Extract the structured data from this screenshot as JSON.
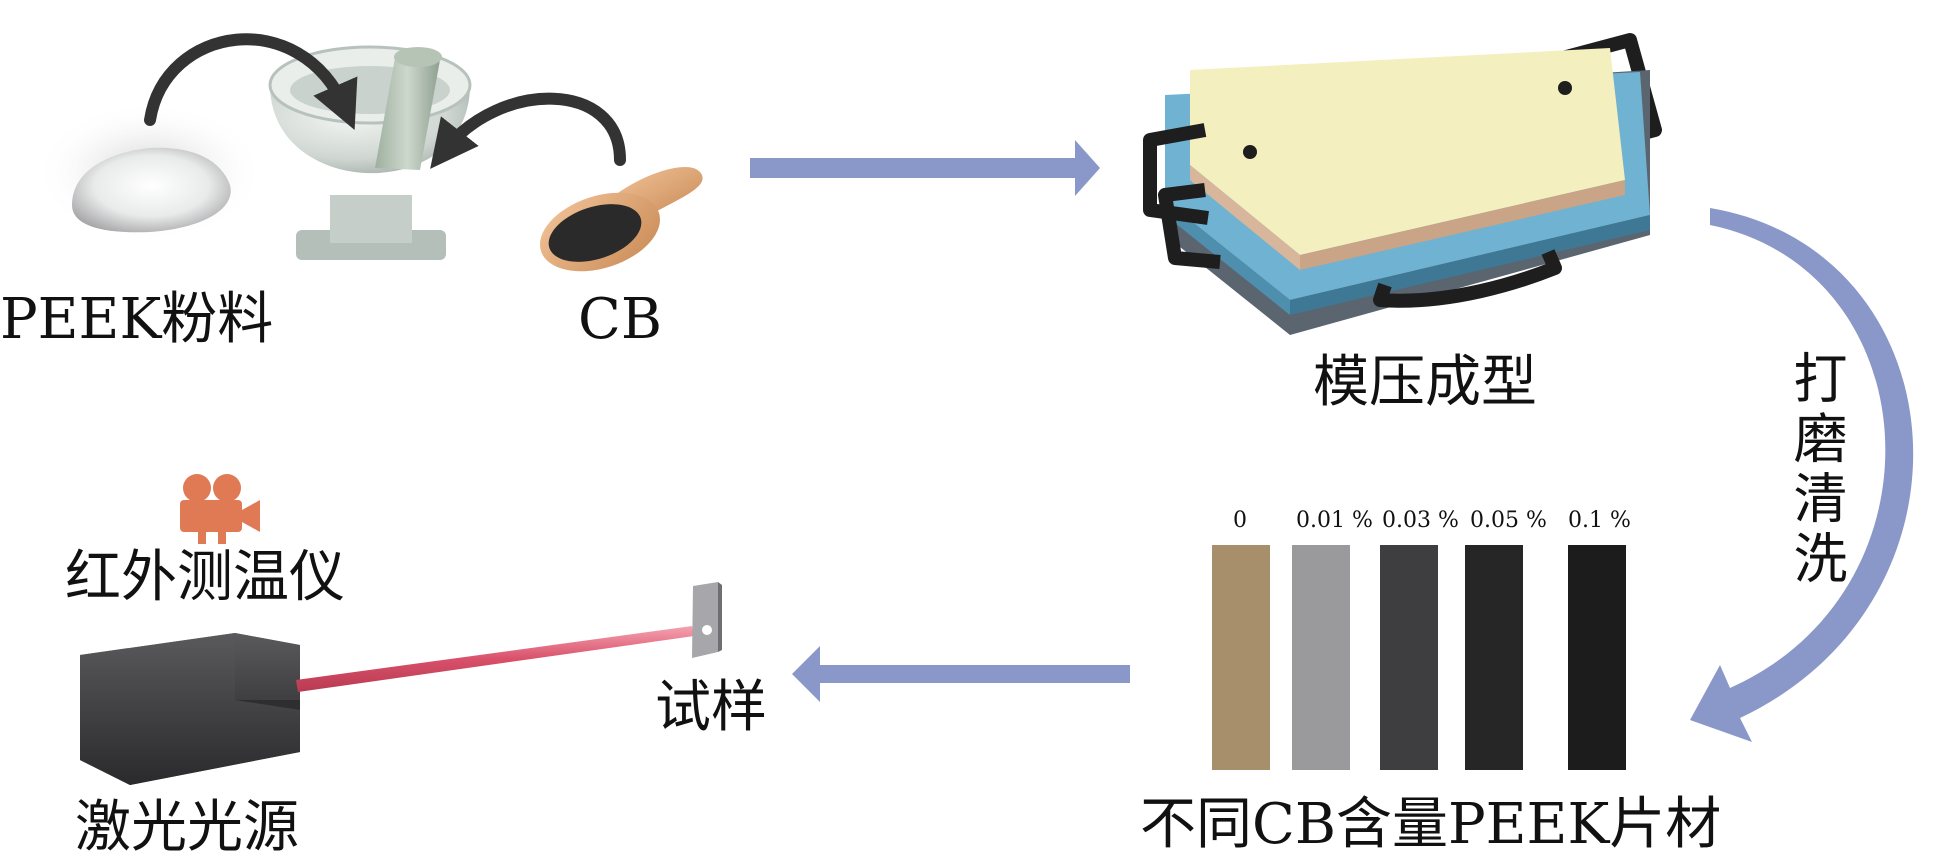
{
  "labels": {
    "peek_powder": "PEEK粉料",
    "cb": "CB",
    "molding": "模压成型",
    "grinding_cleaning": "打磨清洗",
    "sheets": "不同CB含量PEEK片材",
    "specimen": "试样",
    "ir_thermometer": "红外测温仪",
    "laser_source": "激光光源"
  },
  "sample_contents": [
    "0",
    "0.01 %",
    "0.03 %",
    "0.05 %",
    "0.1 %"
  ],
  "colors": {
    "arrow": "#8a97c9",
    "sample_0": "#a88f6c",
    "sample_1": "#9a9a9c",
    "sample_2": "#3e3e40",
    "sample_3": "#262627",
    "sample_4": "#1c1c1c",
    "laser": "#d9506a",
    "mold_top": "#f4efbe",
    "mold_blue": "#6fb2d2",
    "mold_side": "#d7b69b"
  }
}
